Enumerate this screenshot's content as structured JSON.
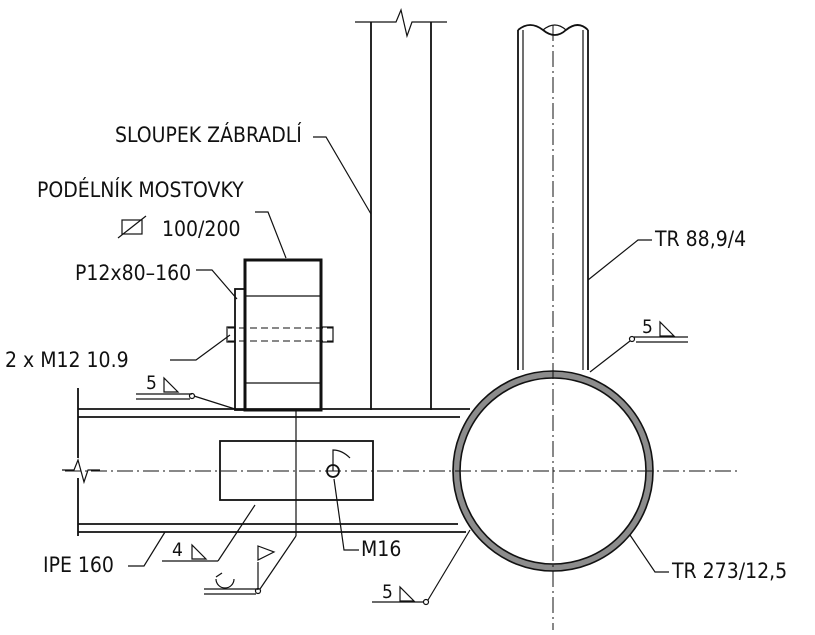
{
  "labels": {
    "railing_post": "SLOUPEK ZÁBRADLÍ",
    "deck_stringer": "PODÉLNÍK MOSTOVKY",
    "deck_stringer_section": "100/200",
    "plate": "P12x80–160",
    "bolts": "2 x M12 10.9",
    "tube_small": "TR 88,9/4",
    "tube_large": "TR 273/12,5",
    "beam": "IPE 160",
    "bolt_m16": "M16"
  },
  "welds": {
    "weld_tube_top": "5",
    "weld_plate": "5",
    "weld_beam": "4",
    "weld_tube_bottom": "5"
  }
}
